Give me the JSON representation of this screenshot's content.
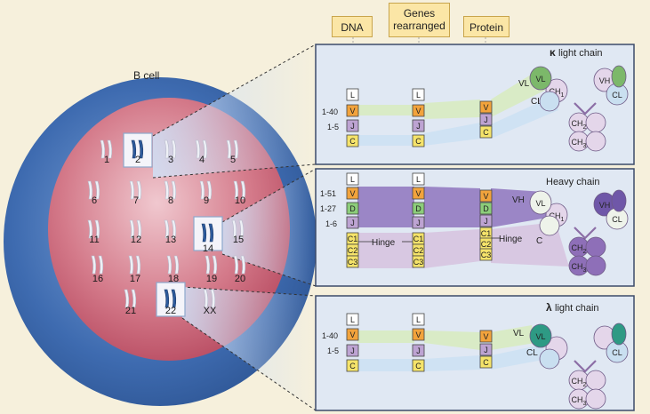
{
  "header": {
    "dna_label": "DNA",
    "genes_rearranged_line1": "Genes",
    "genes_rearranged_line2": "rearranged",
    "protein_label": "Protein"
  },
  "cell": {
    "label": "B cell",
    "chromosomes": [
      "1",
      "2",
      "3",
      "4",
      "5",
      "6",
      "7",
      "8",
      "9",
      "10",
      "11",
      "12",
      "13",
      "14",
      "15",
      "16",
      "17",
      "18",
      "19",
      "20",
      "21",
      "22",
      "XX"
    ],
    "highlighted": [
      "2",
      "14",
      "22"
    ]
  },
  "kappa": {
    "title_symbol": "κ",
    "title_text": "light chain",
    "dna_segments": [
      "L",
      "V",
      "J",
      "C"
    ],
    "rearranged_segments": [
      "L",
      "V",
      "J",
      "C"
    ],
    "protein_segments": [
      "V",
      "J",
      "C"
    ],
    "gene_counts": [
      "1-40",
      "1-5"
    ],
    "domain_labels": {
      "vl": "VL",
      "cl": "CL",
      "ch": "CH",
      "ch2": "CH",
      "ch3": "CH",
      "vh": "VH",
      "cl2": "CL",
      "sub1": "1",
      "sub2": "2",
      "sub3": "3"
    },
    "region_labels": {
      "vl": "VL",
      "cl": "CL"
    }
  },
  "heavy": {
    "title": "Heavy chain",
    "dna_segments": [
      "L",
      "V",
      "D",
      "J",
      "C1",
      "C2",
      "C3"
    ],
    "rearranged_segments": [
      "L",
      "V",
      "D",
      "J",
      "C1",
      "C2",
      "C3"
    ],
    "protein_segments": [
      "V",
      "D",
      "J",
      "C1",
      "C2",
      "C3"
    ],
    "gene_counts": [
      "1-51",
      "1-27",
      "1-6"
    ],
    "hinge_label_1": "Hinge",
    "hinge_label_2": "Hinge",
    "domain_labels": {
      "vl": "VL",
      "ch": "CH",
      "sub1": "1",
      "vh": "VH",
      "cl": "CL",
      "ch2": "CH",
      "sub2": "2",
      "ch3": "CH",
      "sub3": "3"
    },
    "region_labels": {
      "vh": "VH",
      "c": "C"
    }
  },
  "lambda": {
    "title_symbol": "λ",
    "title_text": "light chain",
    "dna_segments": [
      "L",
      "V",
      "J",
      "C"
    ],
    "rearranged_segments": [
      "L",
      "V",
      "J",
      "C"
    ],
    "protein_segments": [
      "V",
      "J",
      "C"
    ],
    "gene_counts": [
      "1-40",
      "1-5"
    ],
    "domain_labels": {
      "vl": "VL",
      "cl": "CL",
      "ch2": "CH",
      "ch3": "CH",
      "sub2": "2",
      "sub3": "3"
    },
    "region_labels": {
      "vl": "VL",
      "cl": "CL"
    }
  },
  "colors": {
    "background": "#f6f0dc",
    "panel": "#e0e8f3",
    "panel_border": "#3c4a6a",
    "cell_outer": "#4a74b4",
    "cell_inner": "#c8566a",
    "seg_V": "#f2a33c",
    "seg_J": "#bda3d2",
    "seg_D": "#8ccd7a",
    "seg_C": "#f5e36a",
    "seg_L": "#ffffff",
    "light_band_green": "#d9ebc6",
    "light_band_blue": "#c9dff0",
    "heavy_band_purple": "#9b86c6",
    "heavy_band_lilac": "#d8c8e2"
  }
}
